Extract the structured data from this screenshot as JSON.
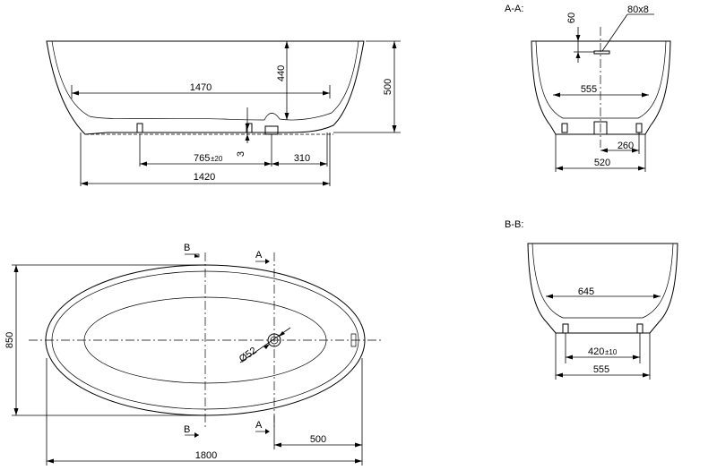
{
  "side_view": {
    "dims": {
      "inner_length": "1470",
      "depth": "440",
      "height": "500",
      "foot_gap": "3",
      "drain_pos": "765",
      "drain_tol": "±20",
      "drain_to_end": "310",
      "base_length": "1420"
    }
  },
  "section_aa": {
    "title": "A-A:",
    "overflow_height": "60",
    "overflow_size": "80x8",
    "inner_width": "555",
    "foot_spacing": "260",
    "base_width": "520"
  },
  "section_bb": {
    "title": "B-B:",
    "inner_width": "645",
    "foot_spacing": "420",
    "foot_tol": "±10",
    "base_width": "555"
  },
  "top_view": {
    "marker_a": "A",
    "marker_b": "B",
    "width": "850",
    "length": "1800",
    "drain_offset": "500",
    "drain_diameter": "Ø52"
  }
}
